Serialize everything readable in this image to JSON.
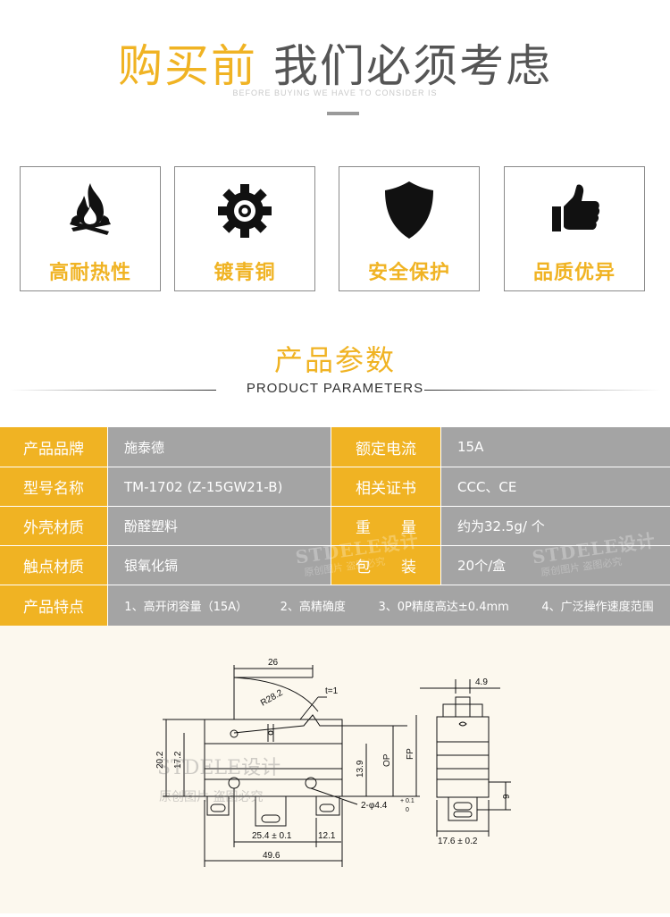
{
  "header": {
    "title_highlight": "购买前",
    "title_rest": "我们必须考虑",
    "subtitle": "BEFORE BUYING WE HAVE TO CONSIDER IS"
  },
  "features": [
    {
      "label": "高耐热性",
      "icon": "fire-icon"
    },
    {
      "label": "镀青铜",
      "icon": "gear-icon"
    },
    {
      "label": "安全保护",
      "icon": "shield-icon"
    },
    {
      "label": "品质优异",
      "icon": "thumbs-up-icon"
    }
  ],
  "params": {
    "title": "产品参数",
    "subtitle": "PRODUCT   PARAMETERS",
    "rows": [
      {
        "k1": "产品品牌",
        "v1": "施泰德",
        "k2": "额定电流",
        "v2": "15A"
      },
      {
        "k1": "型号名称",
        "v1": "TM-1702 (Z-15GW21-B)",
        "k2": "相关证书",
        "v2": "CCC、CE"
      },
      {
        "k1": "外壳材质",
        "v1": "酚醛塑料",
        "k2": "重　　量",
        "v2": "约为32.5g/ 个"
      },
      {
        "k1": "触点材质",
        "v1": "银氧化镉",
        "k2": "包　　装",
        "v2": "20个/盒"
      }
    ],
    "features_label": "产品特点",
    "features": [
      "1、高开闭容量（15A）",
      "2、高精确度",
      "3、0P精度高达±0.4mm",
      "4、广泛操作速度范围"
    ]
  },
  "watermark": {
    "brand": "STDELE设计",
    "tagline": "原创图片  盗图必究"
  },
  "diagram": {
    "dims": {
      "d26": "26",
      "r282": "R28.2",
      "t1": "t=1",
      "d202": "20.2",
      "d172": "17.2",
      "d139": "13.9",
      "op": "OP",
      "fp": "FP",
      "hole": "2-φ4.4",
      "tol_plus": "+ 0.1",
      "tol_zero": "0",
      "d254": "25.4 ± 0.1",
      "d121": "12.1",
      "d496": "49.6",
      "d49": "4.9",
      "d9": "9",
      "d176": "17.6 ± 0.2"
    }
  },
  "colors": {
    "accent": "#f0b323",
    "table_value_bg": "#a4a4a4",
    "diagram_bg": "#fcf8ee"
  }
}
